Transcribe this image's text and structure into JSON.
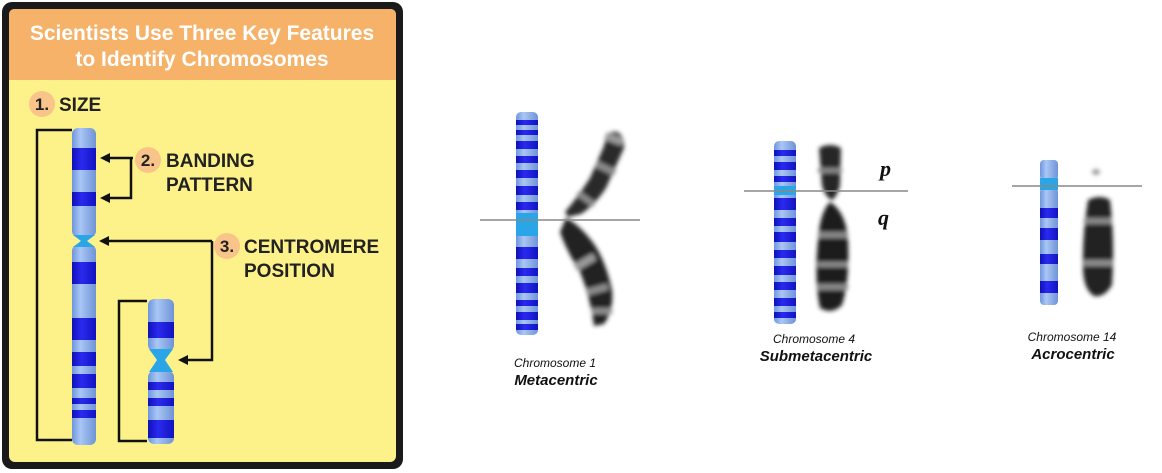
{
  "panel": {
    "title_line1": "Scientists Use Three Key Features",
    "title_line2": "to Identify Chromosomes",
    "feature1": {
      "number": "1.",
      "label": "SIZE"
    },
    "feature2": {
      "number": "2.",
      "label_line1": "BANDING",
      "label_line2": "PATTERN"
    },
    "feature3": {
      "number": "3.",
      "label_line1": "CENTROMERE",
      "label_line2": "POSITION"
    }
  },
  "chromosomes": [
    {
      "name": "Chromosome 1",
      "type": "Metacentric"
    },
    {
      "name": "Chromosome 4",
      "type": "Submetacentric"
    },
    {
      "name": "Chromosome 14",
      "type": "Acrocentric"
    }
  ],
  "arms": {
    "p": "p",
    "q": "q"
  },
  "colors": {
    "panel_border": "#1a1a1a",
    "panel_title_bg": "#f7b26a",
    "panel_body_bg": "#fdf28a",
    "chromosome_light": "#8fb4ee",
    "chromosome_band": "#1a1adc",
    "centromere": "#2aa6e8",
    "number_badge": "#f9c48a"
  }
}
